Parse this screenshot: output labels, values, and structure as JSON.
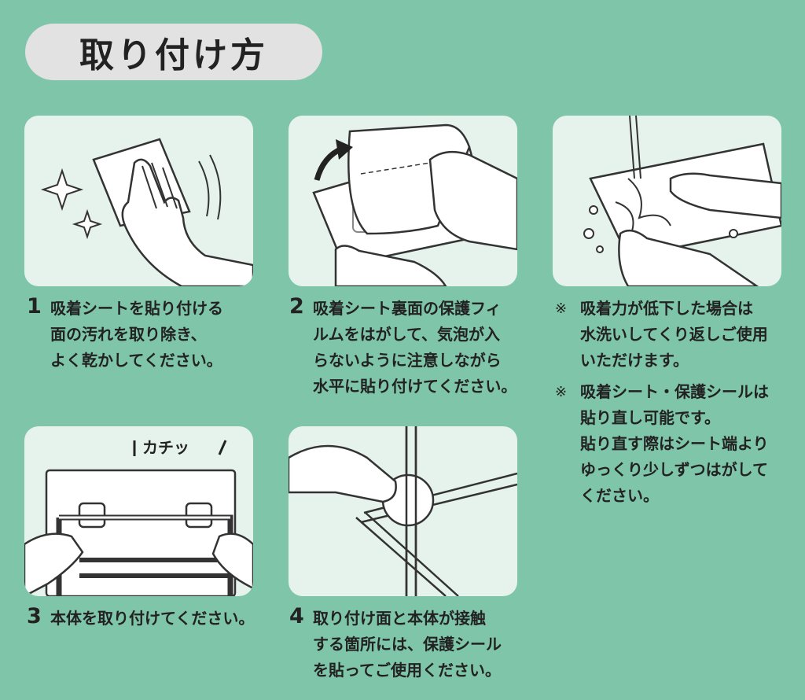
{
  "title": "取り付け方",
  "click_sound": "カチッ",
  "steps": [
    {
      "number": "1",
      "lines": [
        "吸着シートを貼り付ける",
        "面の汚れを取り除き、",
        "よく乾かしてください。"
      ]
    },
    {
      "number": "2",
      "lines": [
        "吸着シート裏面の保護フィ",
        "ルムをはがして、気泡が入",
        "らないように注意しながら",
        "水平に貼り付けてください。"
      ]
    },
    {
      "number": "3",
      "lines": [
        "本体を取り付けてください。"
      ]
    },
    {
      "number": "4",
      "lines": [
        "取り付け面と本体が接触",
        "する箇所には、保護シール",
        "を貼ってご使用ください。"
      ]
    }
  ],
  "notes": [
    {
      "mark": "※",
      "lines": [
        "吸着力が低下した場合は",
        "水洗いしてくり返しご使用",
        "いただけます。"
      ]
    },
    {
      "mark": "※",
      "lines": [
        "吸着シート・保護シールは",
        "貼り直し可能です。",
        "貼り直す際はシート端より",
        "ゆっくり少しずつはがして",
        "ください。"
      ]
    }
  ]
}
